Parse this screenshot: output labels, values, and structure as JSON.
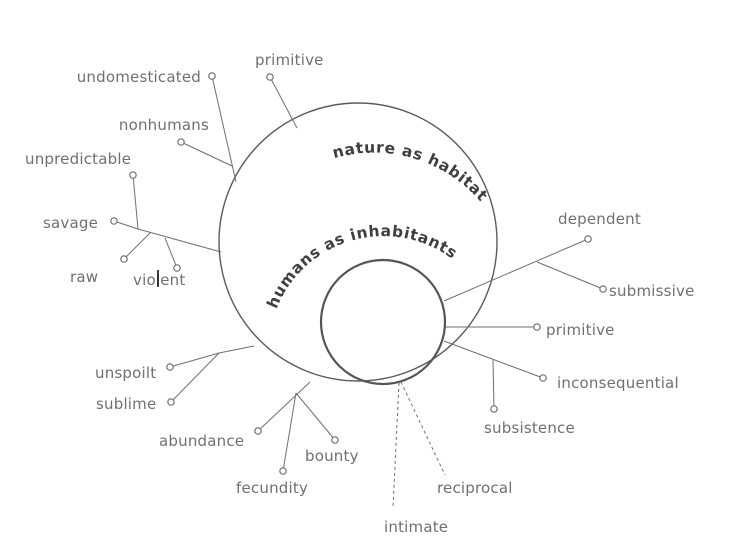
{
  "circles": {
    "outer_title": "nature as habitat",
    "inner_title": "humans as inhabitants"
  },
  "labels": {
    "undomesticated": "undomesticated",
    "primitive_top": "primitive",
    "nonhumans": "nonhumans",
    "unpredictable": "unpredictable",
    "savage": "savage",
    "raw": "raw",
    "violent": "violent",
    "unspoilt": "unspoilt",
    "sublime": "sublime",
    "abundance": "abundance",
    "fecundity": "fecundity",
    "bounty": "bounty",
    "dependent": "dependent",
    "submissive": "submissive",
    "primitive_right": "primitive",
    "inconsequential": "inconsequential",
    "subsistence": "subsistence",
    "reciprocal": "reciprocal",
    "intimate": "intimate"
  }
}
